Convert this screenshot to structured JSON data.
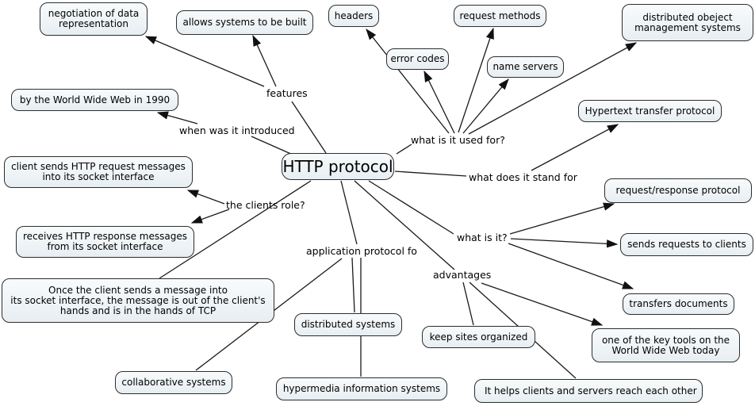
{
  "diagram": {
    "type": "concept-map",
    "root": "HTTP protocol",
    "background_color": "#ffffff",
    "node_fill_color": "#edf2f5",
    "node_border_color": "#2d2d2d",
    "line_color": "#1a1a1a",
    "text_color": "#000000"
  },
  "nodes": [
    "negotiation of data\nrepresentation",
    "allows systems to be built",
    "headers",
    "request methods",
    "distributed obeject\nmanagement systems",
    "error codes",
    "name servers",
    "by the World Wide Web in 1990",
    "Hypertext transfer protocol",
    "client sends HTTP request messages\ninto its socket interface",
    "request/response protocol",
    "receives HTTP response messages\nfrom its socket interface",
    "sends requests to clients",
    "Once the client sends a message into\nits socket interface, the message is out of the client's\nhands and is in the hands of TCP",
    "transfers documents",
    "distributed systems",
    "keep sites organized",
    "one of the key tools on the\nWorld Wide Web today",
    "collaborative systems",
    "hypermedia information systems",
    "It helps clients and servers reach each other"
  ],
  "link_labels": [
    "features",
    "when was it introduced",
    "what is it used for?",
    "what does it stand for",
    "the clients role?",
    "application protocol fo",
    "what is it?",
    "advantages"
  ],
  "relations": [
    {
      "label": 0,
      "source": "root",
      "target_nodes": [
        0,
        1
      ]
    },
    {
      "label": 1,
      "source": "root",
      "target_nodes": [
        7
      ]
    },
    {
      "label": 2,
      "source": "root",
      "target_nodes": [
        2,
        5,
        3,
        6,
        4
      ]
    },
    {
      "label": 3,
      "source": "root",
      "target_nodes": [
        8
      ]
    },
    {
      "label": 4,
      "source": "root",
      "target_nodes": [
        9,
        11,
        13
      ]
    },
    {
      "label": 5,
      "source": "root",
      "target_nodes": [
        15,
        18,
        19
      ]
    },
    {
      "label": 6,
      "source": "root",
      "target_nodes": [
        10,
        12,
        14
      ]
    },
    {
      "label": 7,
      "source": "root",
      "target_nodes": [
        16,
        20,
        17
      ]
    }
  ]
}
